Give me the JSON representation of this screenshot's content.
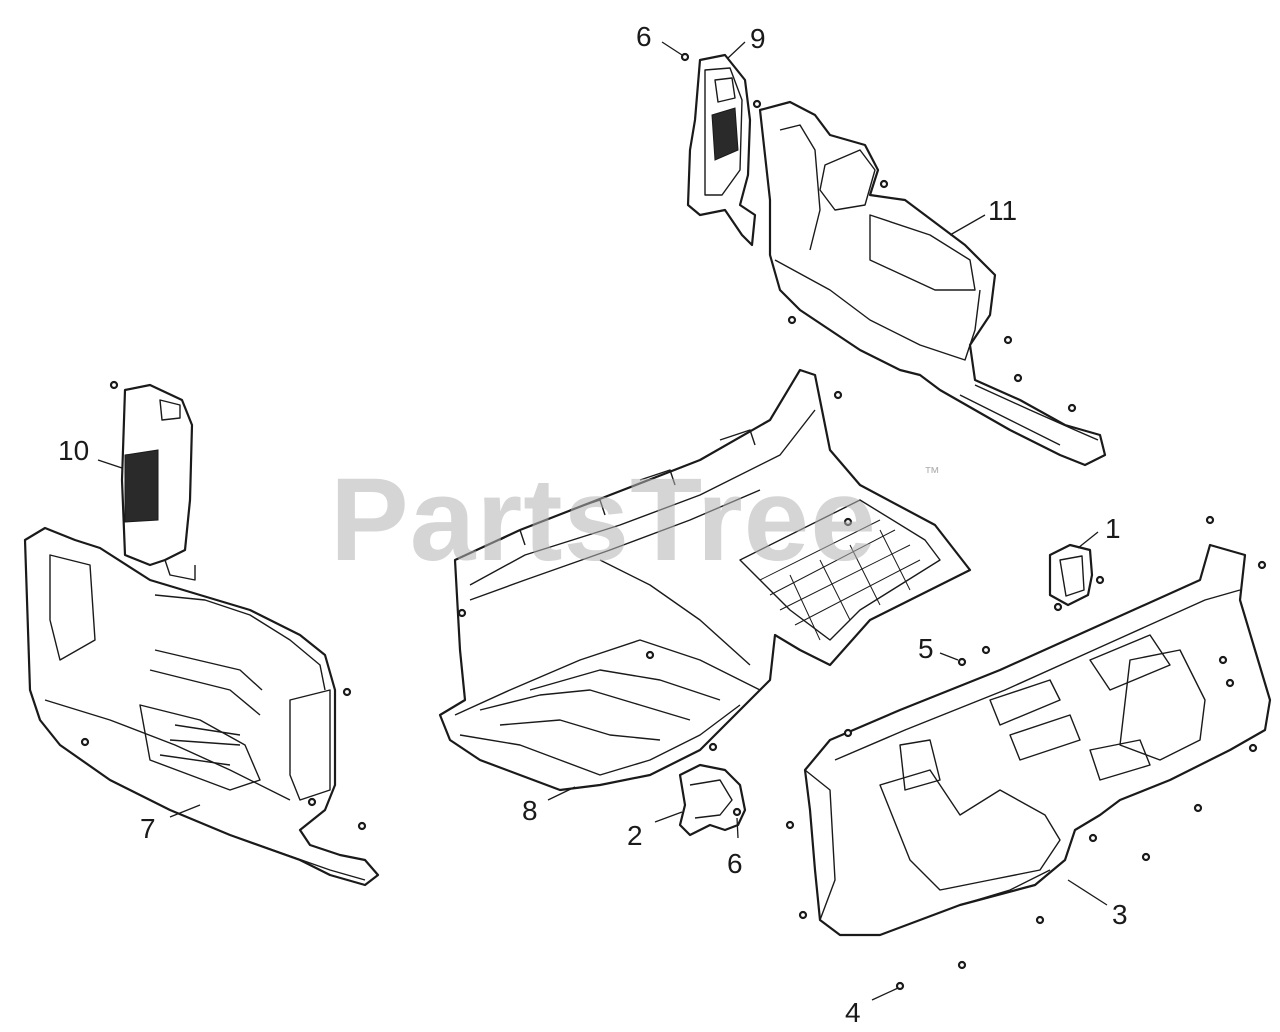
{
  "watermark": {
    "text": "PartsTree",
    "trademark": "™"
  },
  "callouts": {
    "c1": "1",
    "c2": "2",
    "c3": "3",
    "c4": "4",
    "c5": "5",
    "c6a": "6",
    "c6b": "6",
    "c7": "7",
    "c8": "8",
    "c9": "9",
    "c10": "10",
    "c11": "11"
  },
  "colors": {
    "line": "#1a1a1a",
    "background": "#ffffff",
    "watermark": "#b3b3b3"
  }
}
